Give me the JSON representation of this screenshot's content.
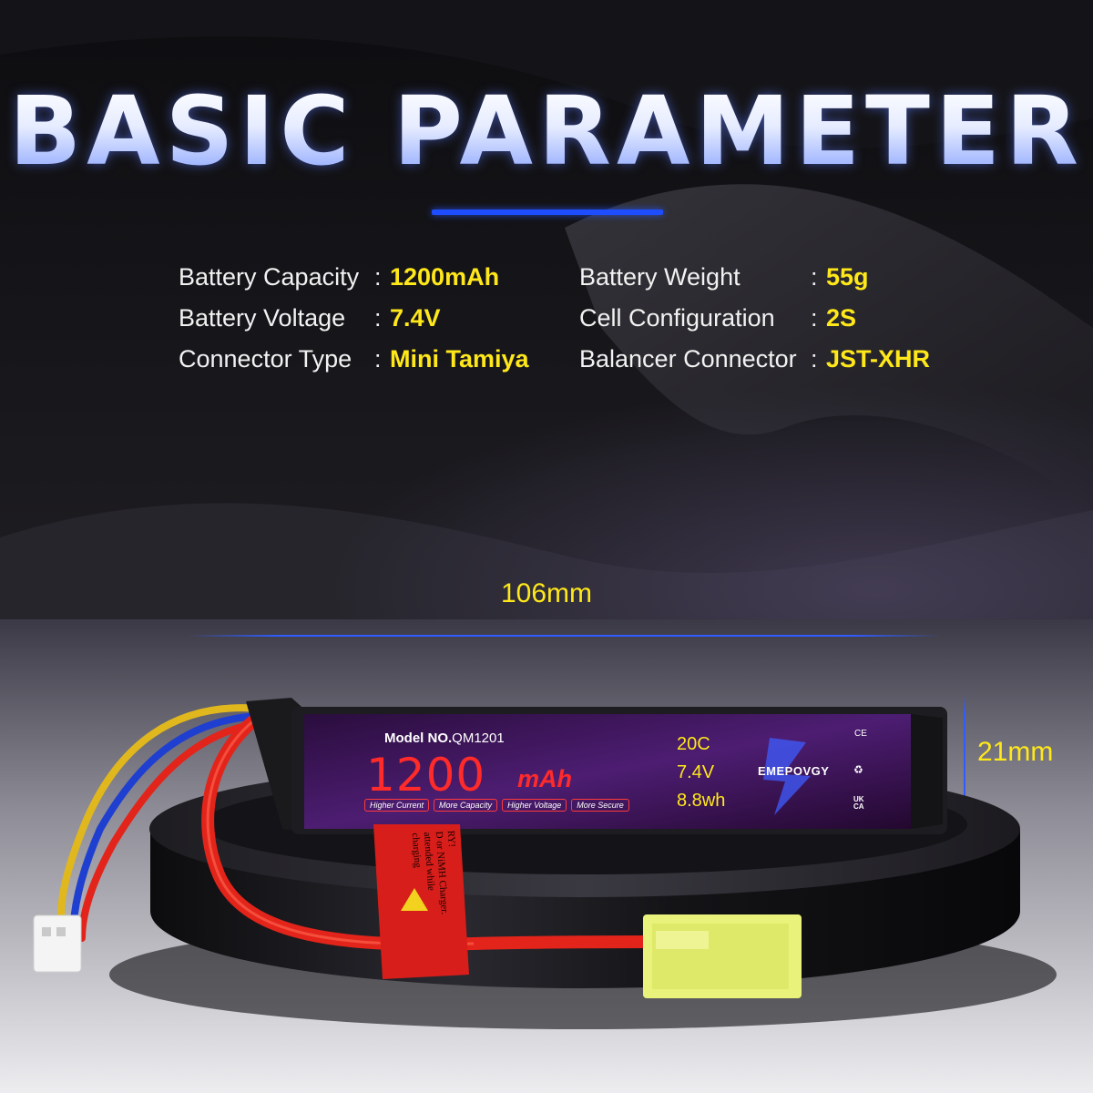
{
  "header": {
    "title": "BASIC PARAMETER"
  },
  "specs": {
    "left": [
      {
        "label": "Battery Capacity",
        "value": "1200mAh"
      },
      {
        "label": "Battery Voltage",
        "value": "7.4V"
      },
      {
        "label": "Connector Type",
        "value": "Mini Tamiya"
      }
    ],
    "right": [
      {
        "label": "Battery Weight",
        "value": "55g"
      },
      {
        "label": "Cell Configuration",
        "value": "2S"
      },
      {
        "label": "Balancer Connector",
        "value": "JST-XHR"
      }
    ],
    "separator": ":"
  },
  "dimensions": {
    "length": "106mm",
    "height": "21mm"
  },
  "battery_label": {
    "model_prefix": "Model NO.",
    "model_number": "QM1201",
    "capacity_number": "1200",
    "capacity_unit": "mAh",
    "badges": [
      "Higher Current",
      "More Capacity",
      "Higher Voltage",
      "More Secure"
    ],
    "c_rating": "20C",
    "voltage": "7.4V",
    "energy": "8.8wh",
    "brand": "EMEPOVGY",
    "cert_marks": [
      "CE",
      "UK CA"
    ]
  },
  "warning_tag": {
    "lines": [
      "RY!",
      "D or NiMH Charger.",
      "attended while charging"
    ]
  },
  "colors": {
    "accent_yellow": "#ffe81a",
    "accent_blue": "#2f5bff",
    "capacity_red": "#ff2a2a",
    "label_purple": "#4a1a6b",
    "connector_yellow": "#e9f27a",
    "wire_red": "#e3241b"
  }
}
